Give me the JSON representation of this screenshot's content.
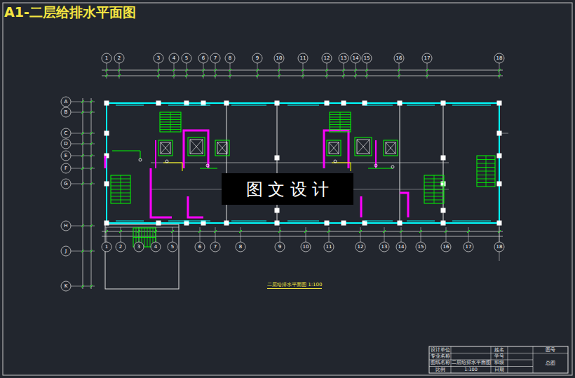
{
  "diagram": {
    "title": "A1-二层给排水平面图",
    "caption": "二层给排水平面图 1:100",
    "nodes": [
      {
        "text": [
          "图 文 设 计"
        ]
      }
    ],
    "labels": [
      "设计单位",
      "专业名称",
      "图纸名称",
      "比例",
      "二层给排水平面图",
      "1:100",
      "姓名",
      "学号",
      "班级",
      "日期",
      "图号",
      "总图",
      "1",
      "2",
      "3",
      "4",
      "5",
      "6",
      "7",
      "8",
      "9",
      "10",
      "11",
      "12",
      "13",
      "14",
      "15",
      "16",
      "17",
      "18",
      "1",
      "2",
      "3",
      "4",
      "5",
      "6",
      "7",
      "8",
      "9",
      "10",
      "11",
      "12",
      "13",
      "14",
      "15",
      "16",
      "17",
      "18",
      "A",
      "B",
      "C",
      "D",
      "E",
      "F",
      "G",
      "H",
      "J",
      "K"
    ]
  }
}
